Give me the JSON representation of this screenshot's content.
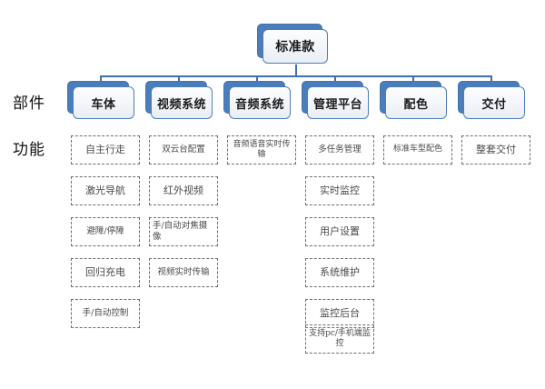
{
  "diagram": {
    "row_labels": {
      "components": "部件",
      "functions": "功能"
    },
    "root": {
      "label": "标准款"
    },
    "columns": [
      {
        "node": "车体",
        "functions": [
          "自主行走",
          "激光导航",
          "避障/停障",
          "回归充电",
          "手/自动控制"
        ]
      },
      {
        "node": "视频系统",
        "functions": [
          "双云台配置",
          "红外视频",
          "手/自动对焦摄像",
          "视频实时传输"
        ]
      },
      {
        "node": "音频系统",
        "functions": [
          "音频语音实时传输"
        ]
      },
      {
        "node": "管理平台",
        "functions": [
          "多任务管理",
          "实时监控",
          "用户设置",
          "系统维护",
          "监控后台",
          "支持pc/手机端监控"
        ]
      },
      {
        "node": "配色",
        "functions": [
          "标准车型配色"
        ]
      },
      {
        "node": "交付",
        "functions": [
          "整套交付"
        ]
      }
    ],
    "colors": {
      "node_fill": "#f2f5f9",
      "node_border": "#4a7ebb",
      "node_shadow": "#4a7ebb",
      "connector": "#3f6fad",
      "dashed_border": "#6e6e6e",
      "function_text": "#4a4a4a",
      "background": "#ffffff"
    }
  }
}
